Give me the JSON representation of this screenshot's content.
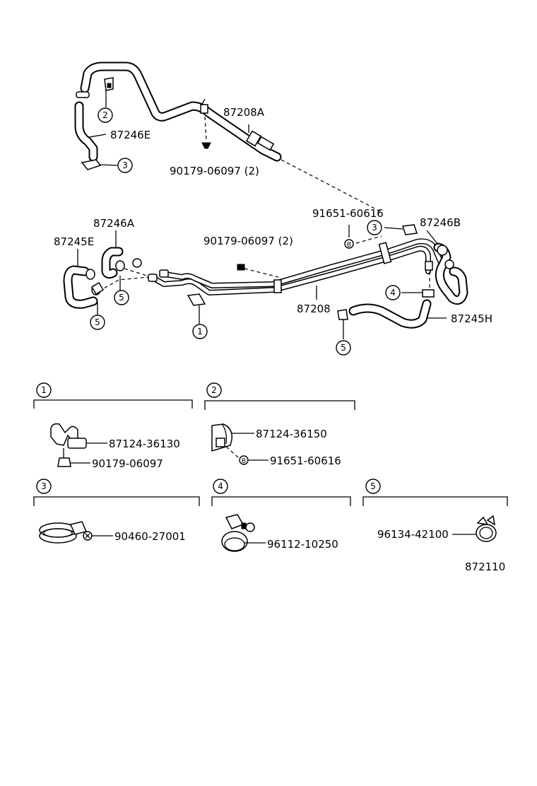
{
  "labels": {
    "p87208A": "87208A",
    "p87246E": "87246E",
    "p90179_top": "90179-06097 (2)",
    "p91651": "91651-60616",
    "p87246B": "87246B",
    "p87246A": "87246A",
    "p87245E": "87245E",
    "p90179_mid": "90179-06097 (2)",
    "p87208": "87208",
    "p87245H": "87245H",
    "d1_a": "87124-36130",
    "d1_b": "90179-06097",
    "d2_a": "87124-36150",
    "d2_b": "91651-60616",
    "d3_a": "90460-27001",
    "d4_a": "96112-10250",
    "d5_a": "96134-42100",
    "figure_id": "872110"
  },
  "callouts": {
    "c1": "1",
    "c2": "2",
    "c3": "3",
    "c4": "4",
    "c5": "5",
    "bolt_letter": "B"
  }
}
